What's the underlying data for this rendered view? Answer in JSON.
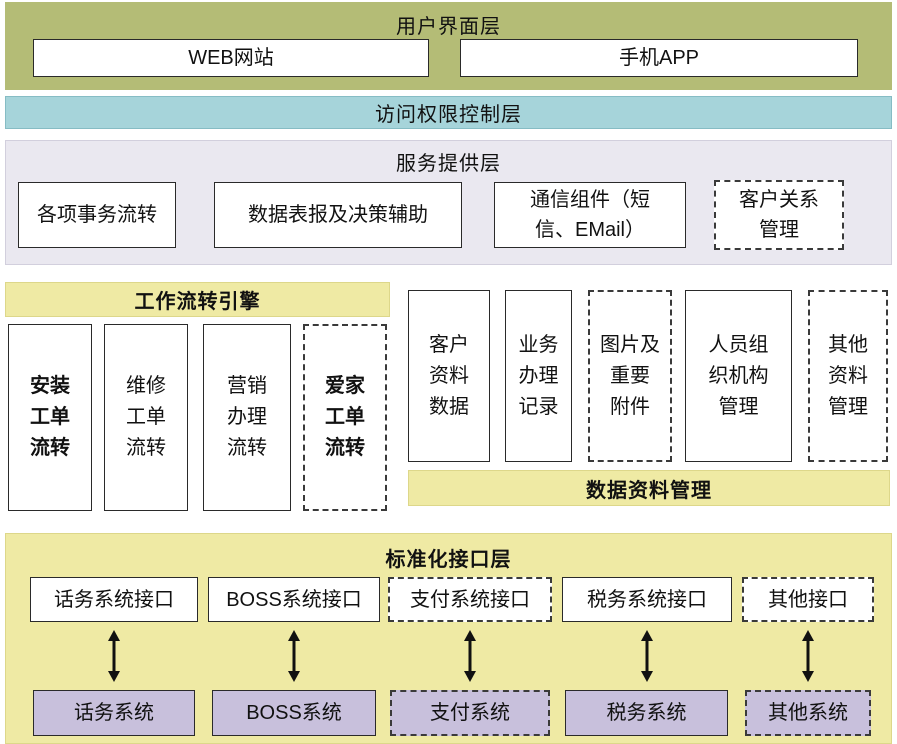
{
  "ui_layer": {
    "title": "用户界面层",
    "web": "WEB网站",
    "app": "手机APP"
  },
  "access_layer": {
    "title": "访问权限控制层"
  },
  "service_layer": {
    "title": "服务提供层",
    "items": [
      {
        "label": "各项事务流转"
      },
      {
        "label": "数据表报及决策辅助"
      },
      {
        "label": "通信组件（短\n信、EMail）"
      },
      {
        "label": "客户关系\n管理"
      }
    ]
  },
  "workflow_engine": {
    "title": "工作流转引擎",
    "items": [
      {
        "label": "安装\n工单\n流转"
      },
      {
        "label": "维修\n工单\n流转"
      },
      {
        "label": "营销\n办理\n流转"
      },
      {
        "label": "爱家\n工单\n流转"
      }
    ]
  },
  "data_management": {
    "title": "数据资料管理",
    "items": [
      {
        "label": "客户\n资料\n数据"
      },
      {
        "label": "业务\n办理\n记录"
      },
      {
        "label": "图片及\n重要\n附件"
      },
      {
        "label": "人员组\n织机构\n管理"
      },
      {
        "label": "其他\n资料\n管理"
      }
    ]
  },
  "interface_layer": {
    "title": "标准化接口层",
    "interfaces": [
      {
        "label": "话务系统接口"
      },
      {
        "label": "BOSS系统接口"
      },
      {
        "label": "支付系统接口"
      },
      {
        "label": "税务系统接口"
      },
      {
        "label": "其他接口"
      }
    ],
    "systems": [
      {
        "label": "话务系统"
      },
      {
        "label": "BOSS系统"
      },
      {
        "label": "支付系统"
      },
      {
        "label": "税务系统"
      },
      {
        "label": "其他系统"
      }
    ]
  },
  "colors": {
    "olive": "#b4bc76",
    "teal": "#a6d4da",
    "lavender": "#eae8f0",
    "yellow": "#efeaa4",
    "purple": "#c8c0dc",
    "border_dark": "#2a2a2a"
  }
}
